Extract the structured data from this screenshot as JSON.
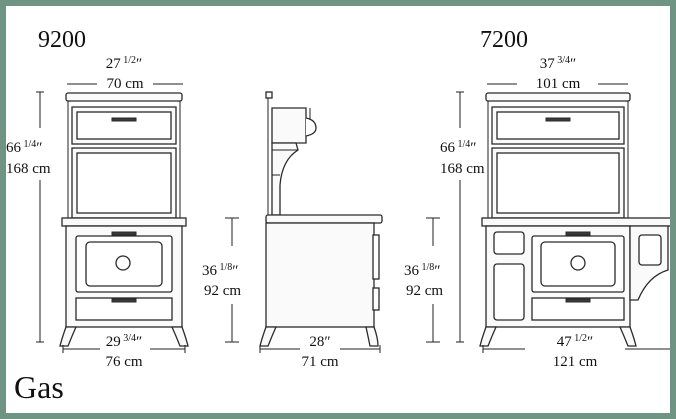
{
  "models": {
    "left": {
      "name": "9200",
      "width": {
        "whole": "27",
        "frac": "1/2",
        "unit": "″",
        "metric": "70 cm"
      },
      "height": {
        "whole": "66",
        "frac": "1/4",
        "unit": "″",
        "metric": "168 cm"
      },
      "counter_height": {
        "whole": "36",
        "frac": "1/8",
        "unit": "″",
        "metric": "92 cm"
      },
      "base_width": {
        "whole": "29",
        "frac": "3/4",
        "unit": "″",
        "metric": "76 cm"
      }
    },
    "side": {
      "depth": {
        "whole": "28",
        "frac": "",
        "unit": "″",
        "metric": "71 cm"
      }
    },
    "right": {
      "name": "7200",
      "width": {
        "whole": "37",
        "frac": "3/4",
        "unit": "″",
        "metric": "101 cm"
      },
      "height": {
        "whole": "66",
        "frac": "1/4",
        "unit": "″",
        "metric": "168 cm"
      },
      "counter_height": {
        "whole": "36",
        "frac": "1/8",
        "unit": "″",
        "metric": "92 cm"
      },
      "base_width": {
        "whole": "47",
        "frac": "1/2",
        "unit": "″",
        "metric": "121 cm"
      }
    }
  },
  "fuel_label": "Gas",
  "colors": {
    "frame": "#6f9483",
    "line": "#2a2a2a"
  }
}
